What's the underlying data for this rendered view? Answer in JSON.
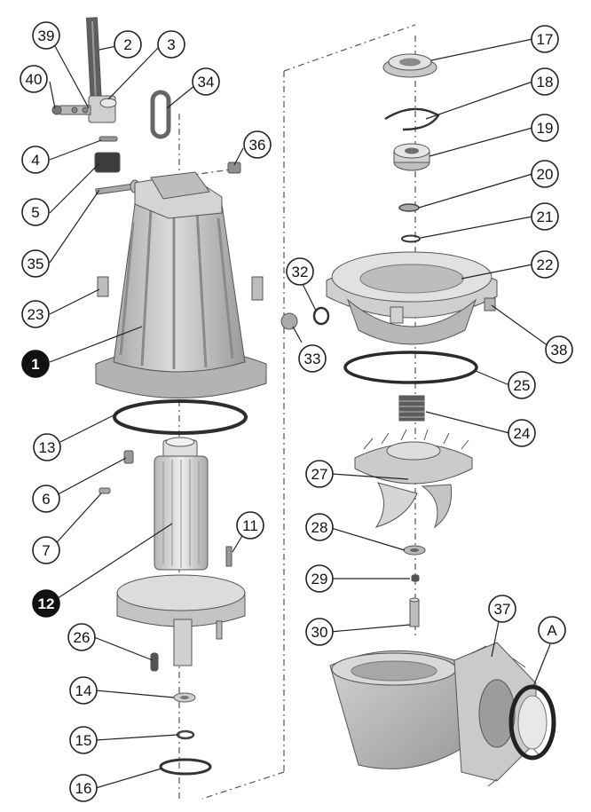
{
  "diagram": {
    "colors": {
      "part_fill": "#c9c9c9",
      "part_dark": "#9d9d9d",
      "part_light": "#e6e6e6",
      "callout_stroke": "#222222",
      "callout_highlight": "#111111"
    },
    "callouts": [
      {
        "id": "39",
        "label": "39",
        "highlight": false
      },
      {
        "id": "2",
        "label": "2",
        "highlight": false
      },
      {
        "id": "3",
        "label": "3",
        "highlight": false
      },
      {
        "id": "40",
        "label": "40",
        "highlight": false
      },
      {
        "id": "34",
        "label": "34",
        "highlight": false
      },
      {
        "id": "4",
        "label": "4",
        "highlight": false
      },
      {
        "id": "36",
        "label": "36",
        "highlight": false
      },
      {
        "id": "5",
        "label": "5",
        "highlight": false
      },
      {
        "id": "35",
        "label": "35",
        "highlight": false
      },
      {
        "id": "23",
        "label": "23",
        "highlight": false
      },
      {
        "id": "1",
        "label": "1",
        "highlight": true
      },
      {
        "id": "13",
        "label": "13",
        "highlight": false
      },
      {
        "id": "6",
        "label": "6",
        "highlight": false
      },
      {
        "id": "7",
        "label": "7",
        "highlight": false
      },
      {
        "id": "11",
        "label": "11",
        "highlight": false
      },
      {
        "id": "12",
        "label": "12",
        "highlight": true
      },
      {
        "id": "26",
        "label": "26",
        "highlight": false
      },
      {
        "id": "14",
        "label": "14",
        "highlight": false
      },
      {
        "id": "15",
        "label": "15",
        "highlight": false
      },
      {
        "id": "16",
        "label": "16",
        "highlight": false
      },
      {
        "id": "17",
        "label": "17",
        "highlight": false
      },
      {
        "id": "18",
        "label": "18",
        "highlight": false
      },
      {
        "id": "19",
        "label": "19",
        "highlight": false
      },
      {
        "id": "20",
        "label": "20",
        "highlight": false
      },
      {
        "id": "21",
        "label": "21",
        "highlight": false
      },
      {
        "id": "22",
        "label": "22",
        "highlight": false
      },
      {
        "id": "32",
        "label": "32",
        "highlight": false
      },
      {
        "id": "38",
        "label": "38",
        "highlight": false
      },
      {
        "id": "33",
        "label": "33",
        "highlight": false
      },
      {
        "id": "25",
        "label": "25",
        "highlight": false
      },
      {
        "id": "24",
        "label": "24",
        "highlight": false
      },
      {
        "id": "27",
        "label": "27",
        "highlight": false
      },
      {
        "id": "28",
        "label": "28",
        "highlight": false
      },
      {
        "id": "29",
        "label": "29",
        "highlight": false
      },
      {
        "id": "30",
        "label": "30",
        "highlight": false
      },
      {
        "id": "37",
        "label": "37",
        "highlight": false
      },
      {
        "id": "A",
        "label": "A",
        "highlight": false
      }
    ]
  }
}
